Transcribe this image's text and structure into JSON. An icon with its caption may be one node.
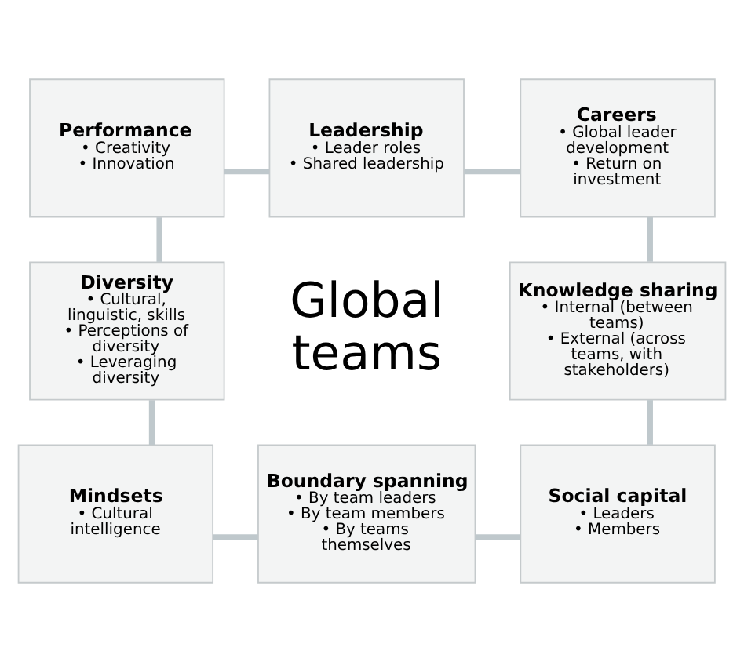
{
  "diagram": {
    "nodes": [
      {
        "text": [
          "Performance",
          "• Creativity",
          "• Innovation"
        ]
      },
      {
        "text": [
          "Leadership",
          "• Leader roles",
          "• Shared leadership"
        ]
      },
      {
        "text": [
          "Careers",
          "• Global leader development",
          "• Return on investment"
        ]
      },
      {
        "text": [
          "Diversity",
          "• Cultural, linguistic, skills",
          "• Perceptions of diversity",
          "• Leveraging diversity"
        ]
      },
      {
        "text": [
          "Knowledge sharing",
          "• Internal (between teams)",
          "• External (across teams, with stakeholders)"
        ]
      },
      {
        "text": [
          "Mindsets",
          "• Cultural intelligence"
        ]
      },
      {
        "text": [
          "Boundary spanning",
          "• By team leaders",
          "• By team members",
          "• By teams themselves"
        ]
      },
      {
        "text": [
          "Social capital",
          "• Leaders",
          "• Members"
        ]
      }
    ],
    "edges": [
      {
        "from": 0,
        "to": 1,
        "arrow": "none"
      },
      {
        "from": 1,
        "to": 2,
        "arrow": "none"
      },
      {
        "from": 2,
        "to": 4,
        "arrow": "none"
      },
      {
        "from": 4,
        "to": 7,
        "arrow": "none"
      },
      {
        "from": 7,
        "to": 6,
        "arrow": "none"
      },
      {
        "from": 6,
        "to": 5,
        "arrow": "none"
      },
      {
        "from": 5,
        "to": 3,
        "arrow": "none"
      },
      {
        "from": 3,
        "to": 0,
        "arrow": "none"
      }
    ],
    "labels": [
      "Global teams"
    ]
  }
}
